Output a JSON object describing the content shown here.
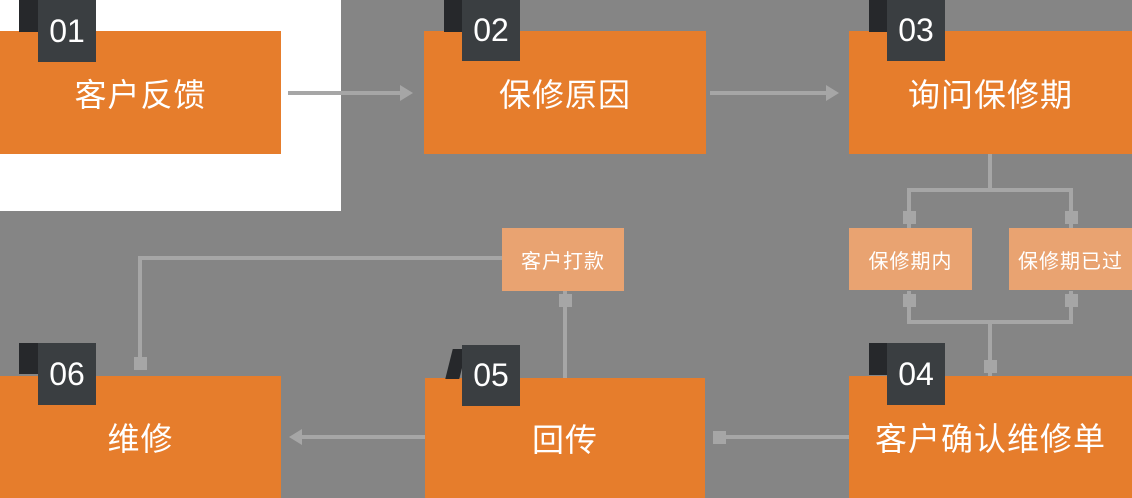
{
  "diagram": {
    "type": "flowchart",
    "steps": [
      {
        "num": "01",
        "label": "客户反馈"
      },
      {
        "num": "02",
        "label": "保修原因"
      },
      {
        "num": "03",
        "label": "询问保修期"
      },
      {
        "num": "04",
        "label": "客户确认维修单"
      },
      {
        "num": "05",
        "label": "回传"
      },
      {
        "num": "06",
        "label": "维修"
      }
    ],
    "sub_nodes": [
      {
        "label": "保修期内"
      },
      {
        "label": "保修期已过"
      },
      {
        "label": "客户打款"
      }
    ],
    "colors": {
      "background": "#858585",
      "box_orange": "#E67D2C",
      "box_light_orange": "#E9A371",
      "badge_dark": "#3A3E41",
      "badge_flap": "#26282B",
      "connector": "#A6A6A6",
      "white_panel": "#FFFFFF",
      "text": "#FFFFFF"
    }
  }
}
